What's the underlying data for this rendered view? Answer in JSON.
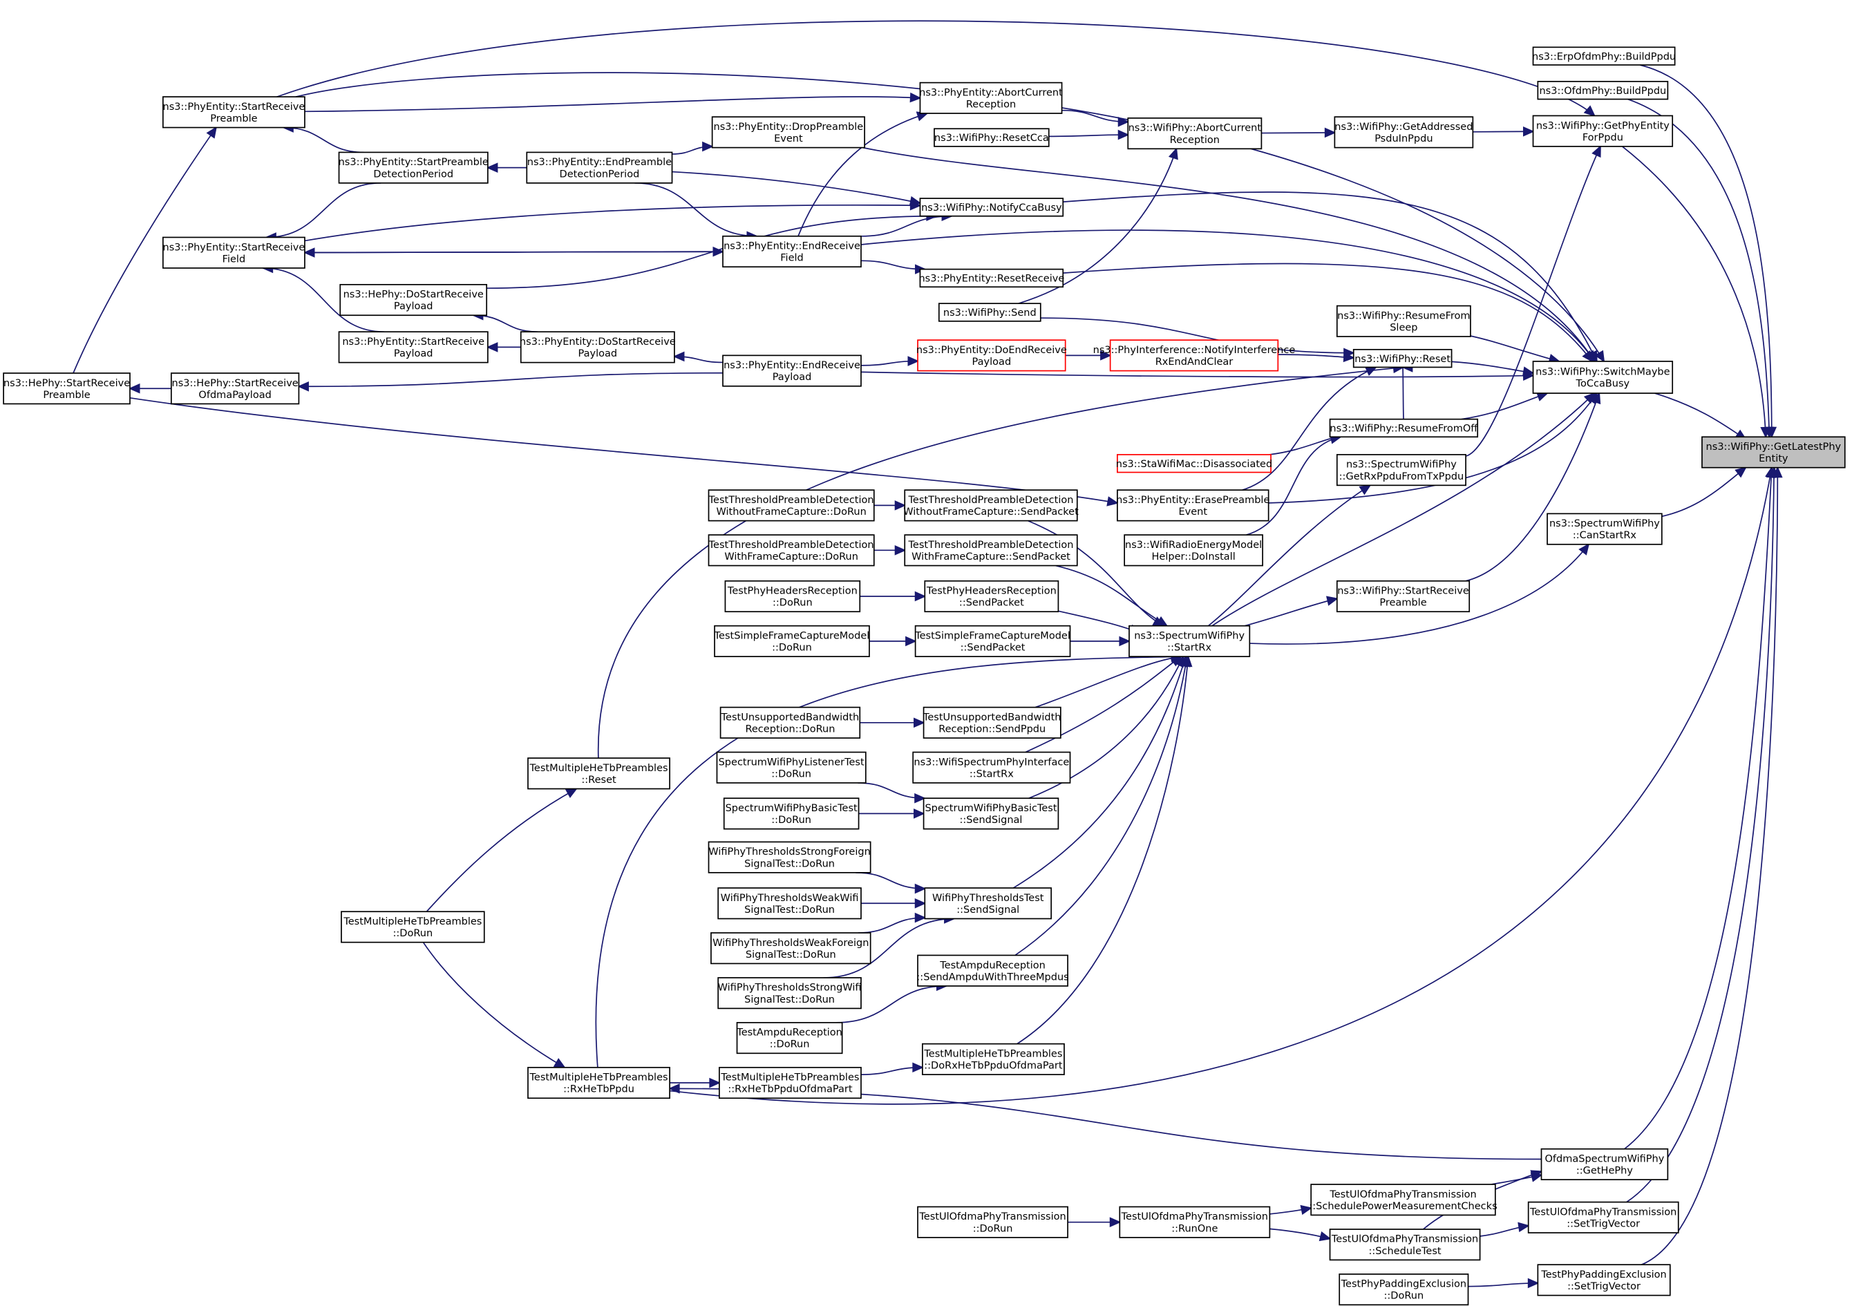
{
  "graph": {
    "root": "n0",
    "colors": {
      "edge": "#191970",
      "node_border": "#000000",
      "node_border_unresolved": "#ff0000",
      "root_fill": "#bfbfbf"
    },
    "nodes": [
      {
        "id": "n0",
        "lines": [
          "ns3::WifiPhy::GetLatestPhy",
          "Entity"
        ],
        "root": true
      },
      {
        "id": "n1",
        "lines": [
          "ns3::ErpOfdmPhy::BuildPpdu"
        ]
      },
      {
        "id": "n2",
        "lines": [
          "ns3::OfdmPhy::BuildPpdu"
        ]
      },
      {
        "id": "n3",
        "lines": [
          "ns3::WifiPhy::GetPhyEntity",
          "ForPpdu"
        ]
      },
      {
        "id": "n4",
        "lines": [
          "ns3::WifiPhy::GetAddressed",
          "PsduInPpdu"
        ]
      },
      {
        "id": "n5",
        "lines": [
          "ns3::WifiPhy::AbortCurrent",
          "Reception"
        ]
      },
      {
        "id": "n6",
        "lines": [
          "ns3::PhyEntity::AbortCurrent",
          "Reception"
        ]
      },
      {
        "id": "n7",
        "lines": [
          "ns3::WifiPhy::ResetCca"
        ]
      },
      {
        "id": "n8",
        "lines": [
          "ns3::PhyEntity::StartReceive",
          "Preamble"
        ]
      },
      {
        "id": "n9",
        "lines": [
          "ns3::PhyEntity::DropPreamble",
          "Event"
        ]
      },
      {
        "id": "n10",
        "lines": [
          "ns3::PhyEntity::StartPreamble",
          "DetectionPeriod"
        ]
      },
      {
        "id": "n11",
        "lines": [
          "ns3::PhyEntity::EndPreamble",
          "DetectionPeriod"
        ]
      },
      {
        "id": "n12",
        "lines": [
          "ns3::WifiPhy::NotifyCcaBusy"
        ]
      },
      {
        "id": "n13",
        "lines": [
          "ns3::PhyEntity::StartReceive",
          "Field"
        ]
      },
      {
        "id": "n14",
        "lines": [
          "ns3::PhyEntity::EndReceive",
          "Field"
        ]
      },
      {
        "id": "n15",
        "lines": [
          "ns3::PhyEntity::ResetReceive"
        ]
      },
      {
        "id": "n16",
        "lines": [
          "ns3::HePhy::DoStartReceive",
          "Payload"
        ]
      },
      {
        "id": "n17",
        "lines": [
          "ns3::WifiPhy::Send"
        ]
      },
      {
        "id": "n18",
        "lines": [
          "ns3::WifiPhy::ResumeFrom",
          "Sleep"
        ]
      },
      {
        "id": "n19",
        "lines": [
          "ns3::PhyEntity::StartReceive",
          "Payload"
        ]
      },
      {
        "id": "n20",
        "lines": [
          "ns3::PhyEntity::DoStartReceive",
          "Payload"
        ]
      },
      {
        "id": "n21",
        "lines": [
          "ns3::PhyEntity::DoEndReceive",
          "Payload"
        ],
        "red": true
      },
      {
        "id": "n22",
        "lines": [
          "ns3::PhyInterference::NotifyInterference",
          "RxEndAndClear"
        ],
        "red": true
      },
      {
        "id": "n23",
        "lines": [
          "ns3::WifiPhy::Reset"
        ]
      },
      {
        "id": "n24",
        "lines": [
          "ns3::WifiPhy::SwitchMaybe",
          "ToCcaBusy"
        ]
      },
      {
        "id": "n25",
        "lines": [
          "ns3::HePhy::StartReceive",
          "Preamble"
        ]
      },
      {
        "id": "n26",
        "lines": [
          "ns3::HePhy::StartReceive",
          "OfdmaPayload"
        ]
      },
      {
        "id": "n27",
        "lines": [
          "ns3::PhyEntity::EndReceive",
          "Payload"
        ]
      },
      {
        "id": "n28",
        "lines": [
          "ns3::WifiPhy::ResumeFromOff"
        ]
      },
      {
        "id": "n29",
        "lines": [
          "ns3::StaWifiMac::Disassociated"
        ],
        "red": true
      },
      {
        "id": "n30",
        "lines": [
          "ns3::SpectrumWifiPhy",
          "::GetRxPpduFromTxPpdu"
        ]
      },
      {
        "id": "n31",
        "lines": [
          "ns3::SpectrumWifiPhy",
          "::CanStartRx"
        ]
      },
      {
        "id": "n32",
        "lines": [
          "TestThresholdPreambleDetection",
          "WithoutFrameCapture::DoRun"
        ]
      },
      {
        "id": "n33",
        "lines": [
          "TestThresholdPreambleDetection",
          "WithoutFrameCapture::SendPacket"
        ]
      },
      {
        "id": "n34",
        "lines": [
          "ns3::PhyEntity::ErasePreamble",
          "Event"
        ]
      },
      {
        "id": "n35",
        "lines": [
          "TestThresholdPreambleDetection",
          "WithFrameCapture::DoRun"
        ]
      },
      {
        "id": "n36",
        "lines": [
          "TestThresholdPreambleDetection",
          "WithFrameCapture::SendPacket"
        ]
      },
      {
        "id": "n37",
        "lines": [
          "ns3::WifiRadioEnergyModel",
          "Helper::DoInstall"
        ]
      },
      {
        "id": "n38",
        "lines": [
          "ns3::WifiPhy::StartReceive",
          "Preamble"
        ]
      },
      {
        "id": "n39",
        "lines": [
          "TestPhyHeadersReception",
          "::DoRun"
        ]
      },
      {
        "id": "n40",
        "lines": [
          "TestPhyHeadersReception",
          "::SendPacket"
        ]
      },
      {
        "id": "n41",
        "lines": [
          "TestSimpleFrameCaptureModel",
          "::DoRun"
        ]
      },
      {
        "id": "n42",
        "lines": [
          "TestSimpleFrameCaptureModel",
          "::SendPacket"
        ]
      },
      {
        "id": "n43",
        "lines": [
          "ns3::SpectrumWifiPhy",
          "::StartRx"
        ]
      },
      {
        "id": "n44",
        "lines": [
          "TestUnsupportedBandwidth",
          "Reception::DoRun"
        ]
      },
      {
        "id": "n45",
        "lines": [
          "TestUnsupportedBandwidth",
          "Reception::SendPpdu"
        ]
      },
      {
        "id": "n46",
        "lines": [
          "ns3::WifiSpectrumPhyInterface",
          "::StartRx"
        ]
      },
      {
        "id": "n47",
        "lines": [
          "TestMultipleHeTbPreambles",
          "::Reset"
        ]
      },
      {
        "id": "n48",
        "lines": [
          "SpectrumWifiPhyListenerTest",
          "::DoRun"
        ]
      },
      {
        "id": "n49",
        "lines": [
          "SpectrumWifiPhyBasicTest",
          "::DoRun"
        ]
      },
      {
        "id": "n50",
        "lines": [
          "SpectrumWifiPhyBasicTest",
          "::SendSignal"
        ]
      },
      {
        "id": "n51",
        "lines": [
          "WifiPhyThresholdsStrongForeign",
          "SignalTest::DoRun"
        ]
      },
      {
        "id": "n52",
        "lines": [
          "WifiPhyThresholdsWeakWifi",
          "SignalTest::DoRun"
        ]
      },
      {
        "id": "n53",
        "lines": [
          "WifiPhyThresholdsTest",
          "::SendSignal"
        ]
      },
      {
        "id": "n54",
        "lines": [
          "TestMultipleHeTbPreambles",
          "::DoRun"
        ]
      },
      {
        "id": "n55",
        "lines": [
          "WifiPhyThresholdsWeakForeign",
          "SignalTest::DoRun"
        ]
      },
      {
        "id": "n56",
        "lines": [
          "TestAmpduReception",
          "::SendAmpduWithThreeMpdus"
        ]
      },
      {
        "id": "n57",
        "lines": [
          "WifiPhyThresholdsStrongWifi",
          "SignalTest::DoRun"
        ]
      },
      {
        "id": "n58",
        "lines": [
          "TestAmpduReception",
          "::DoRun"
        ]
      },
      {
        "id": "n59",
        "lines": [
          "TestMultipleHeTbPreambles",
          "::DoRxHeTbPpduOfdmaPart"
        ]
      },
      {
        "id": "n60",
        "lines": [
          "TestMultipleHeTbPreambles",
          "::RxHeTbPpdu"
        ]
      },
      {
        "id": "n61",
        "lines": [
          "TestMultipleHeTbPreambles",
          "::RxHeTbPpduOfdmaPart"
        ]
      },
      {
        "id": "n62",
        "lines": [
          "OfdmaSpectrumWifiPhy",
          "::GetHePhy"
        ]
      },
      {
        "id": "n63",
        "lines": [
          "TestUlOfdmaPhyTransmission",
          "::SchedulePowerMeasurementChecks"
        ]
      },
      {
        "id": "n64",
        "lines": [
          "TestUlOfdmaPhyTransmission",
          "::DoRun"
        ]
      },
      {
        "id": "n65",
        "lines": [
          "TestUlOfdmaPhyTransmission",
          "::RunOne"
        ]
      },
      {
        "id": "n66",
        "lines": [
          "TestUlOfdmaPhyTransmission",
          "::SetTrigVector"
        ]
      },
      {
        "id": "n67",
        "lines": [
          "TestUlOfdmaPhyTransmission",
          "::ScheduleTest"
        ]
      },
      {
        "id": "n68",
        "lines": [
          "TestPhyPaddingExclusion",
          "::DoRun"
        ]
      },
      {
        "id": "n69",
        "lines": [
          "TestPhyPaddingExclusion",
          "::SetTrigVector"
        ]
      }
    ],
    "edges": [
      [
        "n1",
        "n0"
      ],
      [
        "n2",
        "n0"
      ],
      [
        "n3",
        "n0"
      ],
      [
        "n24",
        "n0"
      ],
      [
        "n31",
        "n0"
      ],
      [
        "n60",
        "n0"
      ],
      [
        "n62",
        "n0"
      ],
      [
        "n66",
        "n0"
      ],
      [
        "n69",
        "n0"
      ],
      [
        "n4",
        "n3"
      ],
      [
        "n30",
        "n3"
      ],
      [
        "n8",
        "n3"
      ],
      [
        "n5",
        "n4"
      ],
      [
        "n6",
        "n5"
      ],
      [
        "n7",
        "n5"
      ],
      [
        "n17",
        "n5"
      ],
      [
        "n8",
        "n6"
      ],
      [
        "n14",
        "n6"
      ],
      [
        "n25",
        "n8"
      ],
      [
        "n10",
        "n8"
      ],
      [
        "n11",
        "n9"
      ],
      [
        "n11",
        "n10"
      ],
      [
        "n16",
        "n12"
      ],
      [
        "n14",
        "n12"
      ],
      [
        "n11",
        "n12"
      ],
      [
        "n13",
        "n12"
      ],
      [
        "n10",
        "n13"
      ],
      [
        "n14",
        "n13"
      ],
      [
        "n19",
        "n13"
      ],
      [
        "n11",
        "n14"
      ],
      [
        "n13",
        "n14"
      ],
      [
        "n14",
        "n15"
      ],
      [
        "n20",
        "n16"
      ],
      [
        "n20",
        "n19"
      ],
      [
        "n27",
        "n20"
      ],
      [
        "n27",
        "n21"
      ],
      [
        "n21",
        "n22"
      ],
      [
        "n22",
        "n23"
      ],
      [
        "n17",
        "n23"
      ],
      [
        "n28",
        "n23"
      ],
      [
        "n34",
        "n23"
      ],
      [
        "n47",
        "n23"
      ],
      [
        "n8",
        "n24"
      ],
      [
        "n9",
        "n24"
      ],
      [
        "n12",
        "n24"
      ],
      [
        "n14",
        "n24"
      ],
      [
        "n15",
        "n24"
      ],
      [
        "n18",
        "n24"
      ],
      [
        "n23",
        "n24"
      ],
      [
        "n27",
        "n24"
      ],
      [
        "n28",
        "n24"
      ],
      [
        "n34",
        "n24"
      ],
      [
        "n38",
        "n24"
      ],
      [
        "n43",
        "n24"
      ],
      [
        "n26",
        "n25"
      ],
      [
        "n27",
        "n26"
      ],
      [
        "n29",
        "n28"
      ],
      [
        "n37",
        "n28"
      ],
      [
        "n43",
        "n30"
      ],
      [
        "n43",
        "n31"
      ],
      [
        "n32",
        "n33"
      ],
      [
        "n35",
        "n36"
      ],
      [
        "n25",
        "n34"
      ],
      [
        "n43",
        "n38"
      ],
      [
        "n39",
        "n40"
      ],
      [
        "n41",
        "n42"
      ],
      [
        "n33",
        "n43"
      ],
      [
        "n36",
        "n43"
      ],
      [
        "n40",
        "n43"
      ],
      [
        "n42",
        "n43"
      ],
      [
        "n45",
        "n43"
      ],
      [
        "n46",
        "n43"
      ],
      [
        "n50",
        "n43"
      ],
      [
        "n53",
        "n43"
      ],
      [
        "n56",
        "n43"
      ],
      [
        "n59",
        "n43"
      ],
      [
        "n60",
        "n43"
      ],
      [
        "n44",
        "n45"
      ],
      [
        "n54",
        "n47"
      ],
      [
        "n48",
        "n50"
      ],
      [
        "n49",
        "n50"
      ],
      [
        "n51",
        "n53"
      ],
      [
        "n52",
        "n53"
      ],
      [
        "n55",
        "n53"
      ],
      [
        "n57",
        "n53"
      ],
      [
        "n58",
        "n56"
      ],
      [
        "n61",
        "n59"
      ],
      [
        "n54",
        "n60"
      ],
      [
        "n62",
        "n60"
      ],
      [
        "n60",
        "n61"
      ],
      [
        "n63",
        "n62"
      ],
      [
        "n67",
        "n62"
      ],
      [
        "n65",
        "n63"
      ],
      [
        "n64",
        "n65"
      ],
      [
        "n67",
        "n66"
      ],
      [
        "n65",
        "n67"
      ],
      [
        "n68",
        "n69"
      ]
    ]
  }
}
